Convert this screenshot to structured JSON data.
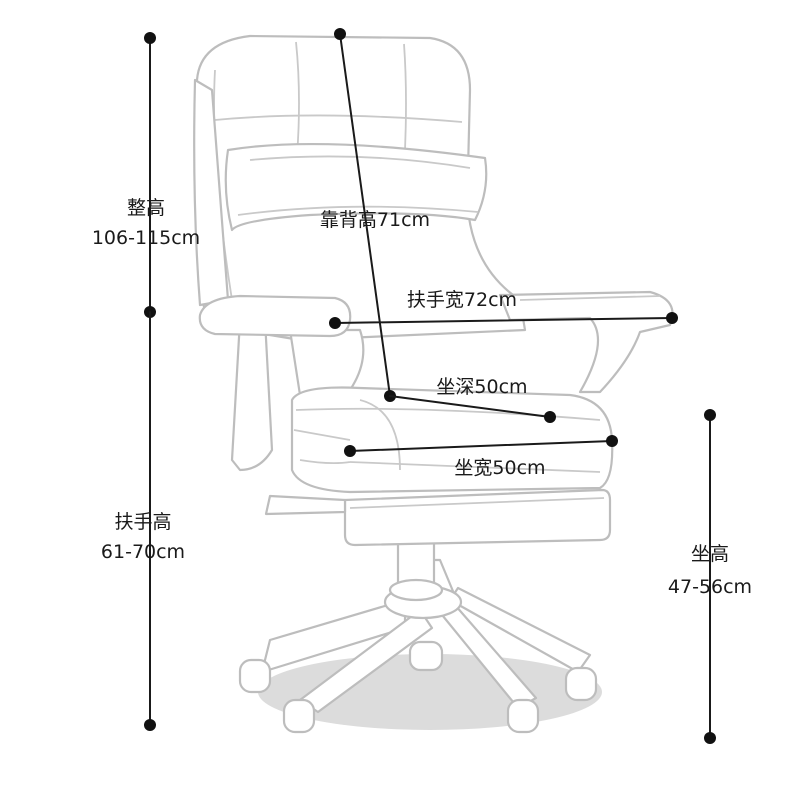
{
  "labels": {
    "total_height_title": "整高",
    "total_height_value": "106-115cm",
    "armrest_height_title": "扶手高",
    "armrest_height_value": "61-70cm",
    "seat_height_title": "坐高",
    "seat_height_value": "47-56cm",
    "backrest_height": "靠背高71cm",
    "armrest_width": "扶手宽72cm",
    "seat_depth": "坐深50cm",
    "seat_width": "坐宽50cm"
  }
}
